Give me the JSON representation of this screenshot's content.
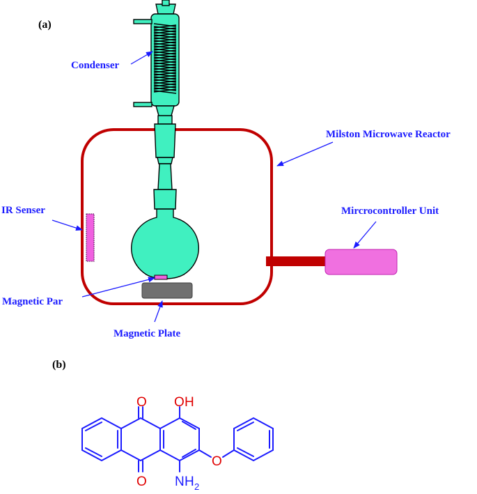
{
  "panels": {
    "a": "(a)",
    "b": "(b)"
  },
  "labels": {
    "condenser": "Condenser",
    "reactor": "Milston Microwave Reactor",
    "ir_sensor": "IR Senser",
    "microcontroller": "Mircrocontroller Unit",
    "magnetic_bar": "Magnetic Par",
    "magnetic_plate": "Magnetic Plate"
  },
  "molecule": {
    "O_top": "O",
    "OH_O": "O",
    "OH_H": "H",
    "O_bottom": "O",
    "O_ether": "O",
    "NH2_N": "N",
    "NH2_H": "H",
    "NH2_sub": "2"
  },
  "colors": {
    "label_text": "#1a1aff",
    "reactor_border": "#c00000",
    "glassware": "#40f0c0",
    "ir_sensor": "#f060e0",
    "microcontroller": "#f070e0",
    "plate": "#707070",
    "bond": "#1a1aff",
    "heteroatom": "#e00000"
  }
}
